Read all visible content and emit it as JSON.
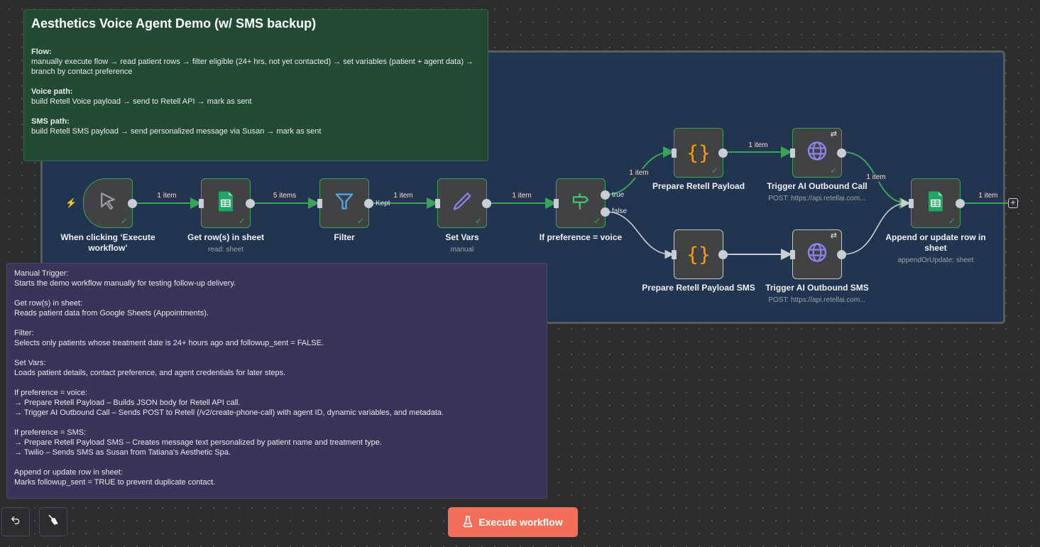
{
  "canvas": {
    "colors": {
      "success": "#3aa35a",
      "accent": "#f26f5a",
      "edge_success": "#3aa35a",
      "edge_idle": "#c8cdd6"
    }
  },
  "notes": {
    "header": {
      "title": "Aesthetics Voice Agent Demo (w/ SMS backup)",
      "sections": [
        {
          "title": "Flow:",
          "lines": [
            "manually execute flow → read patient rows → filter eligible (24+ hrs, not yet contacted) → set variables (patient + agent data) →",
            "branch by contact preference"
          ]
        },
        {
          "title": "Voice path:",
          "lines": [
            "build Retell Voice payload → send to Retell API → mark as sent"
          ]
        },
        {
          "title": "SMS path:",
          "lines": [
            "build Retell SMS payload → send personalized message via Susan → mark as sent"
          ]
        }
      ]
    },
    "details": {
      "sections": [
        {
          "lines": [
            "Manual Trigger:",
            "Starts the demo workflow manually for testing follow-up delivery."
          ]
        },
        {
          "lines": [
            "Get row(s) in sheet:",
            "Reads patient data from Google Sheets (Appointments)."
          ]
        },
        {
          "lines": [
            "Filter:",
            "Selects only patients whose treatment date is 24+ hours ago and followup_sent = FALSE."
          ]
        },
        {
          "lines": [
            "Set Vars:",
            "Loads patient details, contact preference, and agent credentials for later steps."
          ]
        },
        {
          "lines": [
            "If preference = voice:",
            "→ Prepare Retell Payload – Builds JSON body for Retell API call.",
            "→ Trigger AI Outbound Call – Sends POST to Retell (/v2/create-phone-call) with agent ID, dynamic variables, and metadata."
          ]
        },
        {
          "lines": [
            "If preference = SMS:",
            "→ Prepare Retell Payload SMS – Creates message text personalized by patient name and treatment type.",
            "→ Twilio – Sends SMS as Susan from Tatiana's Aesthetic Spa."
          ]
        },
        {
          "lines": [
            "Append or update row in sheet:",
            "Marks followup_sent = TRUE to prevent duplicate contact."
          ]
        }
      ]
    }
  },
  "nodes": {
    "trigger": {
      "label": "When clicking ‘Execute workflow’",
      "subtitle": "",
      "icon": "cursor-icon",
      "status": "success"
    },
    "get_rows": {
      "label": "Get row(s) in sheet",
      "subtitle": "read: sheet",
      "icon": "google-sheets-icon",
      "status": "success"
    },
    "filter": {
      "label": "Filter",
      "subtitle": "",
      "icon": "filter-icon",
      "status": "success",
      "output_label": "Kept"
    },
    "set_vars": {
      "label": "Set Vars",
      "subtitle": "manual",
      "icon": "pencil-icon",
      "status": "success"
    },
    "if_voice": {
      "label": "If preference = voice",
      "subtitle": "",
      "icon": "signpost-icon",
      "status": "success",
      "outputs": [
        "true",
        "false"
      ]
    },
    "prep_payload": {
      "label": "Prepare Retell Payload",
      "subtitle": "",
      "icon": "code-braces-icon",
      "status": "success"
    },
    "trigger_call": {
      "label": "Trigger AI Outbound Call",
      "subtitle": "POST: https://api.retellai.com...",
      "icon": "globe-icon",
      "status": "success"
    },
    "prep_sms": {
      "label": "Prepare Retell Payload SMS",
      "subtitle": "",
      "icon": "code-braces-icon",
      "status": "idle"
    },
    "trigger_sms": {
      "label": "Trigger AI Outbound SMS",
      "subtitle": "POST: https://api.retellai.com...",
      "icon": "globe-icon",
      "status": "idle"
    },
    "append_row": {
      "label": "Append or update row in sheet",
      "subtitle": "appendOrUpdate: sheet",
      "icon": "google-sheets-icon",
      "status": "success"
    }
  },
  "edges": [
    {
      "from": "trigger",
      "to": "get_rows",
      "label": "1 item"
    },
    {
      "from": "get_rows",
      "to": "filter",
      "label": "5 items"
    },
    {
      "from": "filter",
      "to": "set_vars",
      "label": "1 item"
    },
    {
      "from": "set_vars",
      "to": "if_voice",
      "label": "1 item"
    },
    {
      "from": "if_voice.true",
      "to": "prep_payload",
      "label": "1 item"
    },
    {
      "from": "if_voice.false",
      "to": "prep_sms",
      "label": ""
    },
    {
      "from": "prep_payload",
      "to": "trigger_call",
      "label": "1 item"
    },
    {
      "from": "trigger_call",
      "to": "append_row",
      "label": "1 item"
    },
    {
      "from": "prep_sms",
      "to": "trigger_sms",
      "label": ""
    },
    {
      "from": "trigger_sms",
      "to": "append_row",
      "label": ""
    },
    {
      "from": "append_row",
      "to": "end",
      "label": "1 item"
    }
  ],
  "toolbar": {
    "execute_label": "Execute workflow",
    "undo_icon": "undo-icon",
    "clear_icon": "broom-icon"
  }
}
